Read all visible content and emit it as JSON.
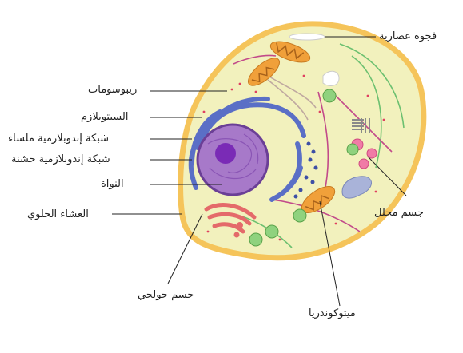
{
  "labels": {
    "vacuole": "فجوة عصارية",
    "ribosomes": "ريبوسومات",
    "cytoplasm": "السيتوبلازم",
    "smooth_er": "شبكة إندوبلازمية ملساء",
    "rough_er": "شبكة إندوبلازمية خشنة",
    "nucleus": "النواة",
    "cell_membrane": "الغشاء الخلوي",
    "golgi": "جسم جولجي",
    "lysosome": "جسم محلل",
    "mitochondria": "ميتوكوندريا"
  },
  "colors": {
    "cytoplasm_fill": "#f2f1bd",
    "membrane_outer": "#f5c45a",
    "nucleus_fill": "#a779c9",
    "nucleolus": "#7a2bb6",
    "er_blue": "#5a6fc6",
    "mitochondria": "#f0a03a",
    "golgi": "#e46a6a",
    "lysosome": "#f07ba6",
    "vesicle_green": "#8fd27e",
    "centriole_grey": "#9a9a9a",
    "leader_line": "#222222"
  }
}
